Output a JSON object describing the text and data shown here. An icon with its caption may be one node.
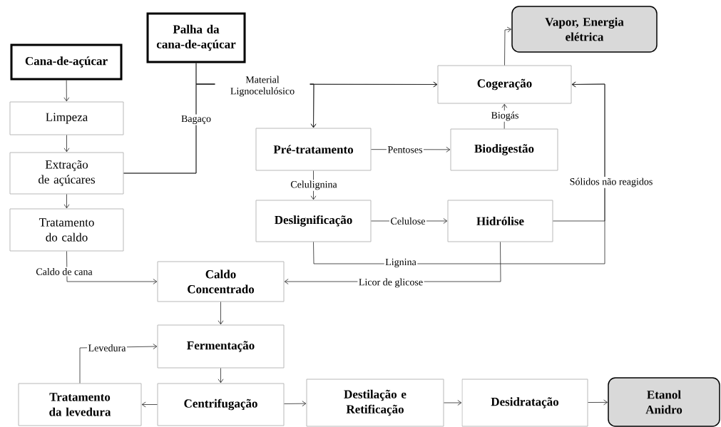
{
  "diagram": {
    "nodes": [
      {
        "text": [
          "Cana-de-açúcar"
        ]
      },
      {
        "text": [
          "Palha da cana-de-açúcar"
        ]
      },
      {
        "text": [
          "Limpeza"
        ]
      },
      {
        "text": [
          "Extração de açúcares"
        ]
      },
      {
        "text": [
          "Tratamento do caldo"
        ]
      },
      {
        "text": [
          "Vapor, Energia elétrica"
        ]
      },
      {
        "text": [
          "Cogeração"
        ]
      },
      {
        "text": [
          "Pré-tratamento"
        ]
      },
      {
        "text": [
          "Biodigestão"
        ]
      },
      {
        "text": [
          "Deslignificação"
        ]
      },
      {
        "text": [
          "Hidrólise"
        ]
      },
      {
        "text": [
          "Caldo Concentrado"
        ]
      },
      {
        "text": [
          "Fermentação"
        ]
      },
      {
        "text": [
          "Tratamento da levedura"
        ]
      },
      {
        "text": [
          "Centrifugação"
        ]
      },
      {
        "text": [
          "Destilação e Retificação"
        ]
      },
      {
        "text": [
          "Desidratação"
        ]
      },
      {
        "text": [
          "Etanol Anidro"
        ]
      }
    ],
    "edges": [
      {
        "from": 0,
        "to": 2,
        "arrow": "to"
      },
      {
        "from": 2,
        "to": 3,
        "arrow": "to"
      },
      {
        "from": 3,
        "to": 4,
        "arrow": "to"
      },
      {
        "from": 3,
        "to": 6,
        "arrow": "to",
        "label": "Bagaço"
      },
      {
        "from": 3,
        "to": 7,
        "arrow": "to"
      },
      {
        "from": 1,
        "to": 6,
        "arrow": "to",
        "label": "Material Lignocelulósico"
      },
      {
        "from": 1,
        "to": 7,
        "arrow": "to"
      },
      {
        "from": 6,
        "to": 5,
        "arrow": "to"
      },
      {
        "from": 8,
        "to": 6,
        "arrow": "to",
        "label": "Biogás"
      },
      {
        "from": 7,
        "to": 8,
        "arrow": "to",
        "label": "Pentoses"
      },
      {
        "from": 7,
        "to": 9,
        "arrow": "to",
        "label": "Celulignina"
      },
      {
        "from": 9,
        "to": 10,
        "arrow": "to",
        "label": "Celulose"
      },
      {
        "from": 10,
        "to": 6,
        "arrow": "to",
        "label": "Sólidos não reagidos"
      },
      {
        "from": 9,
        "to": 6,
        "arrow": "to",
        "label": "Lignina"
      },
      {
        "from": 10,
        "to": 11,
        "arrow": "to",
        "label": "Licor de glicose"
      },
      {
        "from": 4,
        "to": 11,
        "arrow": "to",
        "label": "Caldo de cana"
      },
      {
        "from": 11,
        "to": 12,
        "arrow": "to"
      },
      {
        "from": 12,
        "to": 14,
        "arrow": "to"
      },
      {
        "from": 14,
        "to": 13,
        "arrow": "to"
      },
      {
        "from": 13,
        "to": 12,
        "arrow": "to",
        "label": "Levedura"
      },
      {
        "from": 14,
        "to": 15,
        "arrow": "to"
      },
      {
        "from": 15,
        "to": 16,
        "arrow": "to"
      },
      {
        "from": 16,
        "to": 17,
        "arrow": "to"
      }
    ]
  }
}
